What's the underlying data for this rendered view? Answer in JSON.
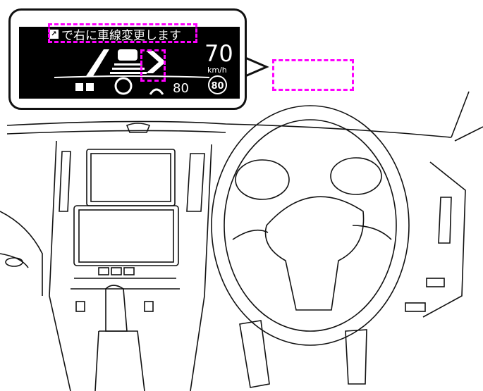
{
  "hud": {
    "message": "で右に車線変更します",
    "message_icon": "lane-change-right-icon",
    "current_speed": "70",
    "speed_unit": "km/h",
    "speed_limit": "80",
    "set_speed": "80"
  },
  "colors": {
    "highlight": "#ff00ff",
    "screen": "#000000",
    "line": "#111111"
  }
}
